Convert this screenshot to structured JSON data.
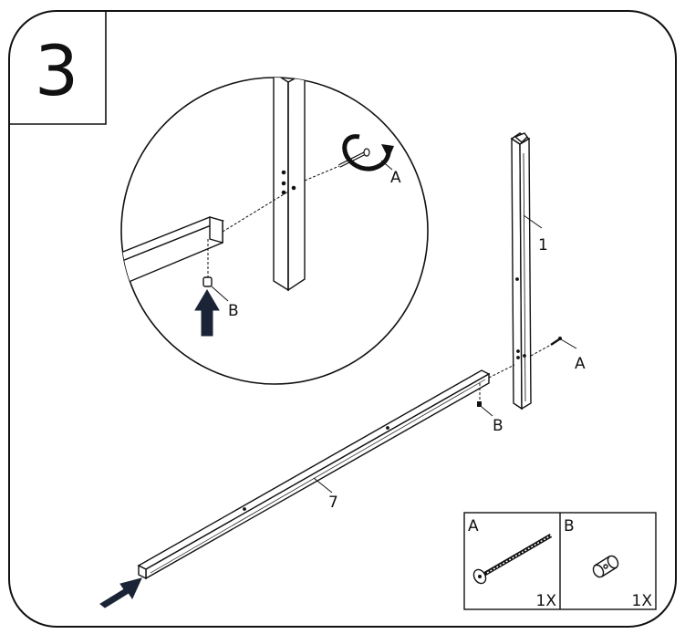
{
  "step": {
    "number": "3"
  },
  "detail": {
    "screw_label": "A",
    "dowel_label": "B"
  },
  "main": {
    "post_part": "1",
    "rail_part": "7",
    "screw_label": "A",
    "dowel_label": "B"
  },
  "hardware": [
    {
      "label": "A",
      "qty": "1X",
      "icon": "bolt-icon"
    },
    {
      "label": "B",
      "qty": "1X",
      "icon": "barrel-nut-icon"
    }
  ],
  "colors": {
    "line": "#111111",
    "arrow": "#1b2436",
    "background": "#ffffff"
  }
}
